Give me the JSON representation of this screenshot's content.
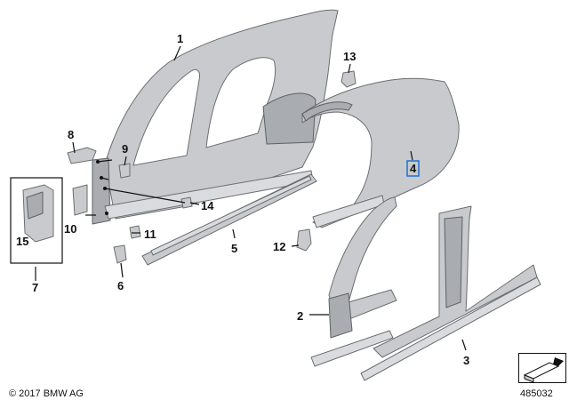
{
  "diagram": {
    "labels": {
      "p1": "1",
      "p2": "2",
      "p3": "3",
      "p4": "4",
      "p5": "5",
      "p6": "6",
      "p7": "7",
      "p8": "8",
      "p9": "9",
      "p10": "10",
      "p11": "11",
      "p12": "12",
      "p13": "13",
      "p14": "14",
      "p15": "15"
    },
    "highlighted_part": "4",
    "colors": {
      "part": "#c8cacd",
      "highlight": "#1e6fd0"
    }
  },
  "footer": {
    "copyright": "© 2017 BMW AG",
    "doc_number": "485032",
    "icon": "view-direction-arrow-icon"
  }
}
